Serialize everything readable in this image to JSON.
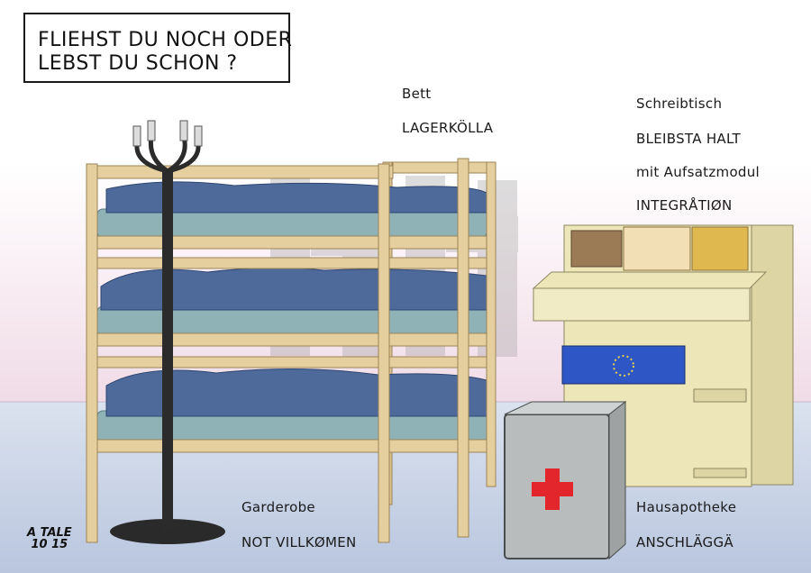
{
  "title": {
    "line1": "FLIEHST DU NOCH ODER",
    "line2": "LEBST DU SCHON ?"
  },
  "labels": {
    "bed": {
      "category": "Bett",
      "product": "LAGERKÖLLA"
    },
    "desk": {
      "category": "Schreibtisch",
      "product": "BLEIBSTA HALT",
      "module_note": "mit Aufsatzmodul",
      "module": "INTEGRÅTIØN"
    },
    "coat_rack": {
      "category": "Garderobe",
      "product": "NOT VILLKØMEN"
    },
    "medicine_cabinet": {
      "category": "Hausapotheke",
      "product": "ANSCHLÄGGÄ"
    }
  },
  "signature": {
    "line1": "A TALE",
    "line2": "10 15"
  },
  "colors": {
    "wall": "#f4e6ee",
    "floor": "#c9d4e6",
    "wood": "#e6cf9e",
    "blanket": "#4e6a9a",
    "mattress": "#8fb2b6",
    "desk": "#ece6b8",
    "eu_drawer": "#2e56c4",
    "cabinet": "#b9bcbc",
    "red_cross": "#e3262b",
    "watermark": "#9a9a9a"
  },
  "icons": [
    "candle-coat-rack",
    "red-cross-icon",
    "eu-stars-icon"
  ]
}
